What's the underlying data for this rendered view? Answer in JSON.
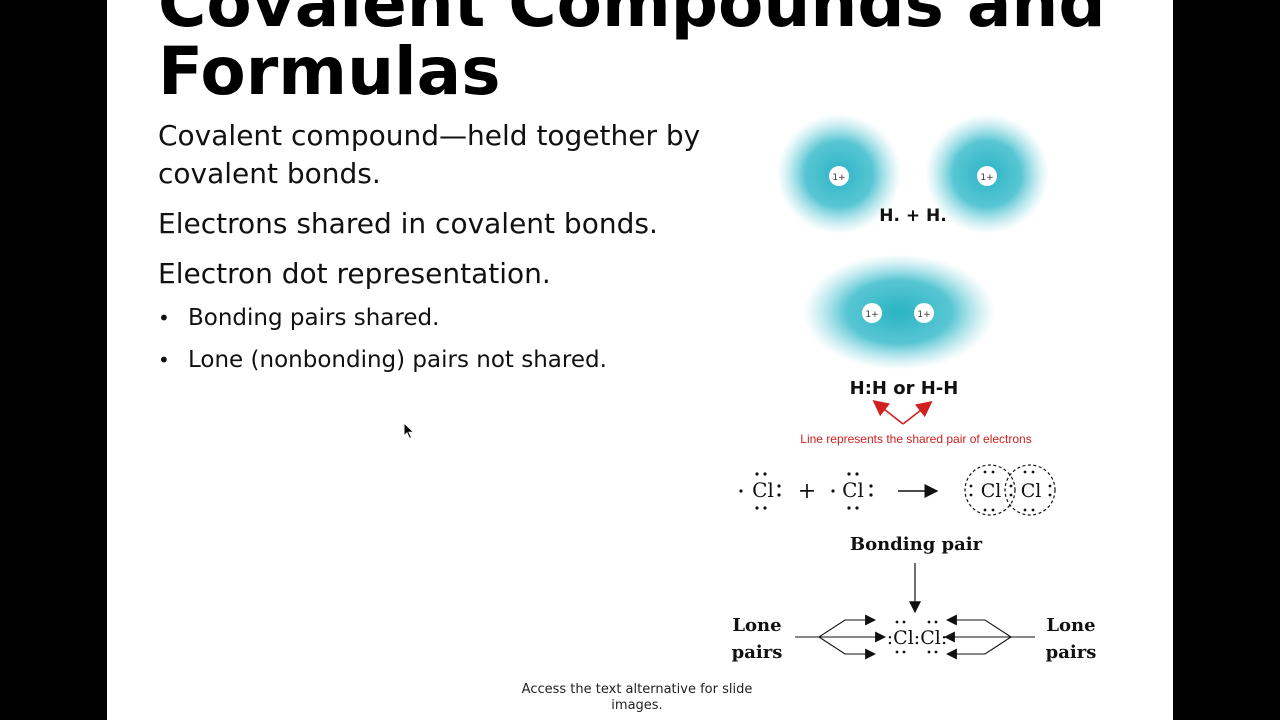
{
  "slide": {
    "title_line1": "Covalent Compounds and",
    "title_line2": "Formulas",
    "paragraphs": [
      "Covalent compound—held together by covalent bonds.",
      "Electrons shared in covalent bonds.",
      "Electron dot representation."
    ],
    "bullets": [
      "Bonding pairs shared.",
      "Lone (nonbonding) pairs not shared."
    ],
    "footer_caption": "Access the text alternative for slide images."
  },
  "figure": {
    "proton_label": "1+",
    "h_plus_h": "H. + H.",
    "h2_formula": "H:H or H-H",
    "shared_pair_note": "Line represents the shared pair of electrons",
    "cl_symbol": "Cl",
    "plus_sign": "+",
    "bonding_pair_label": "Bonding pair",
    "lone_pairs_left_1": "Lone",
    "lone_pairs_left_2": "pairs",
    "lone_pairs_right_1": "Lone",
    "lone_pairs_right_2": "pairs",
    "cl2_formula": ":Cl:Cl:",
    "colors": {
      "cloud": "#2ab3c4",
      "annotation_red": "#d0201f"
    }
  }
}
